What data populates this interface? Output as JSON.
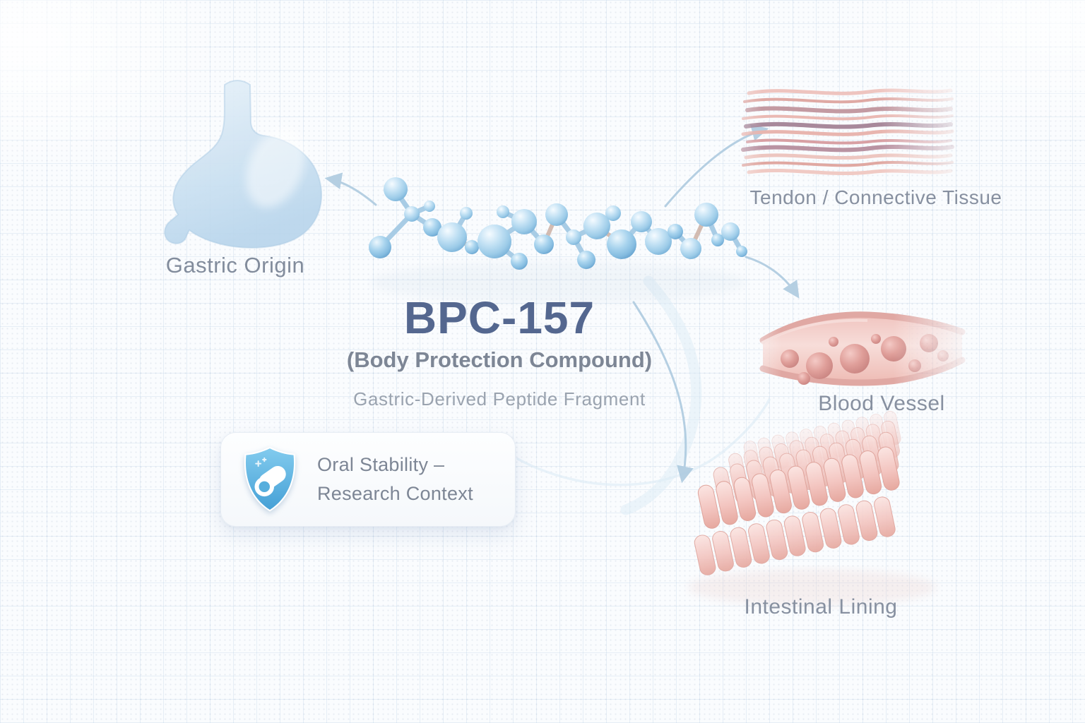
{
  "diagram": {
    "title": "BPC-157",
    "subtitle": "(Body Protection Compound)",
    "tagline": "Gastric-Derived Peptide Fragment",
    "origin_label": "Gastric Origin",
    "badge": {
      "icon": "shield-stomach-icon",
      "line1": "Oral Stability –",
      "line2": "Research Context"
    },
    "targets": {
      "tendon": "Tendon / Connective Tissue",
      "vessel": "Blood Vessel",
      "intestine": "Intestinal Lining"
    },
    "colors": {
      "titleText": "#54678f",
      "bodyText": "#7d8695",
      "mutedText": "#9aa3af",
      "labelText": "#8790a0",
      "arrowBlue": "#aecbe0",
      "moleculeBlue": "#a9d2ec",
      "tissuePink": "#e9b4ae",
      "shieldBlue": "#57ade0",
      "gridBlue": "#d9e5f1"
    }
  }
}
